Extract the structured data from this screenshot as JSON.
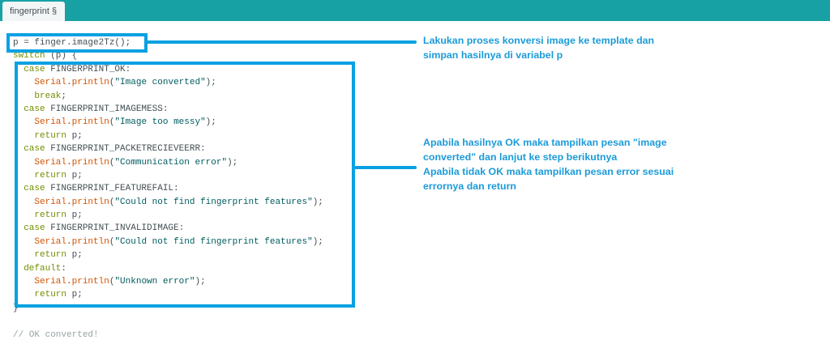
{
  "tab": {
    "label": "fingerprint §"
  },
  "colors": {
    "accent": "#0aa1e2",
    "tabbar": "#17a1a5",
    "annotation": "#1b9bd8"
  },
  "code": [
    [
      {
        "t": "p = finger.image2Tz();",
        "c": "tx"
      }
    ],
    [
      {
        "t": "switch",
        "c": "kw"
      },
      {
        "t": " (p) {",
        "c": "tx"
      }
    ],
    [
      {
        "t": "  case",
        "c": "kw"
      },
      {
        "t": " FINGERPRINT_OK:",
        "c": "tx"
      }
    ],
    [
      {
        "t": "    Serial",
        "c": "fn"
      },
      {
        "t": ".",
        "c": "tx"
      },
      {
        "t": "println",
        "c": "fn"
      },
      {
        "t": "(",
        "c": "tx"
      },
      {
        "t": "\"Image converted\"",
        "c": "str"
      },
      {
        "t": ");",
        "c": "tx"
      }
    ],
    [
      {
        "t": "    break",
        "c": "kw"
      },
      {
        "t": ";",
        "c": "tx"
      }
    ],
    [
      {
        "t": "  case",
        "c": "kw"
      },
      {
        "t": " FINGERPRINT_IMAGEMESS:",
        "c": "tx"
      }
    ],
    [
      {
        "t": "    Serial",
        "c": "fn"
      },
      {
        "t": ".",
        "c": "tx"
      },
      {
        "t": "println",
        "c": "fn"
      },
      {
        "t": "(",
        "c": "tx"
      },
      {
        "t": "\"Image too messy\"",
        "c": "str"
      },
      {
        "t": ");",
        "c": "tx"
      }
    ],
    [
      {
        "t": "    return",
        "c": "kw"
      },
      {
        "t": " p;",
        "c": "tx"
      }
    ],
    [
      {
        "t": "  case",
        "c": "kw"
      },
      {
        "t": " FINGERPRINT_PACKETRECIEVEERR:",
        "c": "tx"
      }
    ],
    [
      {
        "t": "    Serial",
        "c": "fn"
      },
      {
        "t": ".",
        "c": "tx"
      },
      {
        "t": "println",
        "c": "fn"
      },
      {
        "t": "(",
        "c": "tx"
      },
      {
        "t": "\"Communication error\"",
        "c": "str"
      },
      {
        "t": ");",
        "c": "tx"
      }
    ],
    [
      {
        "t": "    return",
        "c": "kw"
      },
      {
        "t": " p;",
        "c": "tx"
      }
    ],
    [
      {
        "t": "  case",
        "c": "kw"
      },
      {
        "t": " FINGERPRINT_FEATUREFAIL:",
        "c": "tx"
      }
    ],
    [
      {
        "t": "    Serial",
        "c": "fn"
      },
      {
        "t": ".",
        "c": "tx"
      },
      {
        "t": "println",
        "c": "fn"
      },
      {
        "t": "(",
        "c": "tx"
      },
      {
        "t": "\"Could not find fingerprint features\"",
        "c": "str"
      },
      {
        "t": ");",
        "c": "tx"
      }
    ],
    [
      {
        "t": "    return",
        "c": "kw"
      },
      {
        "t": " p;",
        "c": "tx"
      }
    ],
    [
      {
        "t": "  case",
        "c": "kw"
      },
      {
        "t": " FINGERPRINT_INVALIDIMAGE:",
        "c": "tx"
      }
    ],
    [
      {
        "t": "    Serial",
        "c": "fn"
      },
      {
        "t": ".",
        "c": "tx"
      },
      {
        "t": "println",
        "c": "fn"
      },
      {
        "t": "(",
        "c": "tx"
      },
      {
        "t": "\"Could not find fingerprint features\"",
        "c": "str"
      },
      {
        "t": ");",
        "c": "tx"
      }
    ],
    [
      {
        "t": "    return",
        "c": "kw"
      },
      {
        "t": " p;",
        "c": "tx"
      }
    ],
    [
      {
        "t": "  default",
        "c": "kw"
      },
      {
        "t": ":",
        "c": "tx"
      }
    ],
    [
      {
        "t": "    Serial",
        "c": "fn"
      },
      {
        "t": ".",
        "c": "tx"
      },
      {
        "t": "println",
        "c": "fn"
      },
      {
        "t": "(",
        "c": "tx"
      },
      {
        "t": "\"Unknown error\"",
        "c": "str"
      },
      {
        "t": ");",
        "c": "tx"
      }
    ],
    [
      {
        "t": "    return",
        "c": "kw"
      },
      {
        "t": " p;",
        "c": "tx"
      }
    ],
    [
      {
        "t": "}",
        "c": "tx"
      }
    ],
    [],
    [
      {
        "t": "// OK converted!",
        "c": "cm"
      }
    ]
  ],
  "annotations": {
    "first": [
      "Lakukan proses konversi image ke template dan",
      "simpan hasilnya di variabel p"
    ],
    "second": [
      "Apabila hasilnya OK maka tampilkan pesan \"image",
      "converted\" dan lanjut ke step berikutnya",
      "Apabila tidak OK maka tampilkan pesan error sesuai",
      "errornya dan return"
    ]
  }
}
